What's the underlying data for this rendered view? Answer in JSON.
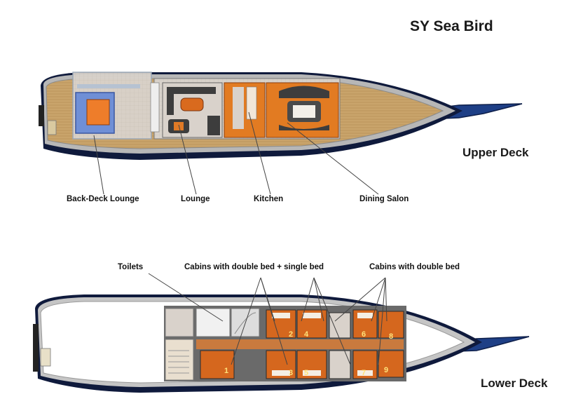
{
  "title": "SY Sea Bird",
  "upper_deck": {
    "heading": "Upper Deck",
    "labels": {
      "back_deck_lounge": "Back-Deck Lounge",
      "lounge": "Lounge",
      "kitchen": "Kitchen",
      "dining_salon": "Dining Salon"
    }
  },
  "lower_deck": {
    "heading": "Lower Deck",
    "labels": {
      "toilets": "Toilets",
      "cabins_double_single": "Cabins with double bed + single bed",
      "cabins_double": "Cabins with double bed"
    },
    "cabin_numbers": [
      "1",
      "2",
      "3",
      "4",
      "5",
      "6",
      "7",
      "8",
      "9"
    ]
  },
  "colors": {
    "hull": "#0f1a3c",
    "bowsprit": "#1e3f86",
    "wood_deck": "#c8a36a",
    "furniture": "#d5671e",
    "interior_floor": "#d7d0c8"
  }
}
